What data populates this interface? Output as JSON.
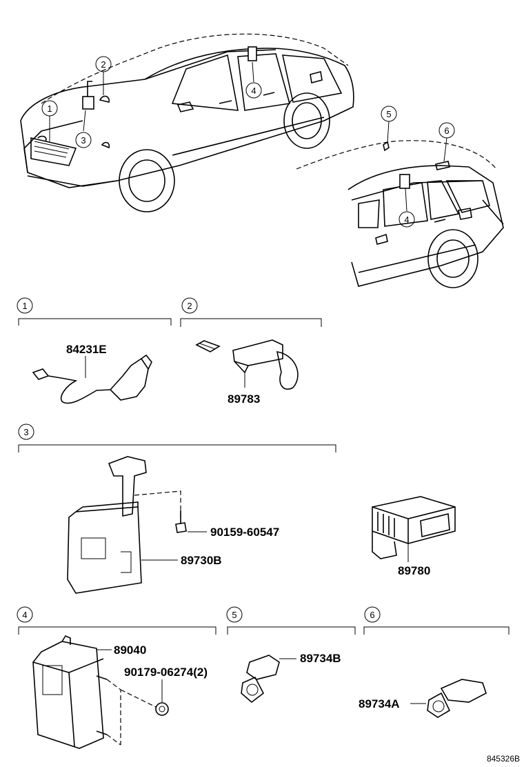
{
  "callouts": {
    "c1": "1",
    "c2": "2",
    "c3": "3",
    "c4": "4",
    "c5": "5",
    "c6": "6"
  },
  "sections": {
    "s1": {
      "number": "1",
      "parts": [
        "84231E"
      ]
    },
    "s2": {
      "number": "2",
      "parts": [
        "89783"
      ]
    },
    "s3": {
      "number": "3",
      "parts": [
        "90159-60547",
        "89730B",
        "89780"
      ]
    },
    "s4": {
      "number": "4",
      "parts": [
        "89040",
        "90179-06274(2)"
      ]
    },
    "s5": {
      "number": "5",
      "parts": [
        "89734B"
      ]
    },
    "s6": {
      "number": "6",
      "parts": [
        "89734A"
      ]
    }
  },
  "reference_code": "845326B"
}
